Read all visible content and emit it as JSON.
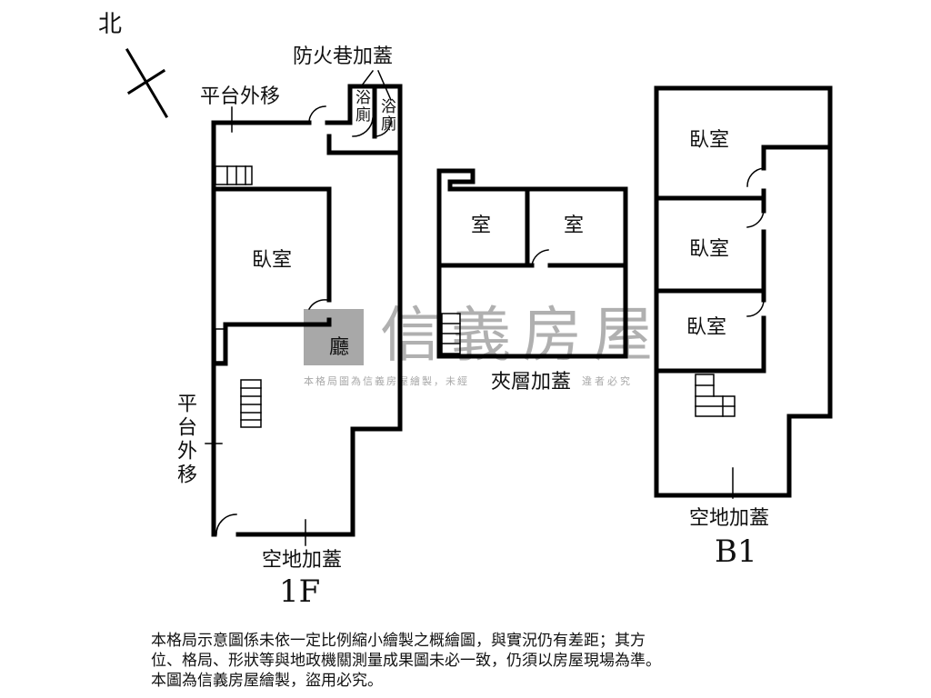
{
  "compass": {
    "label": "北"
  },
  "floor_1f": {
    "title": "1F",
    "labels": {
      "fire_lane": "防火巷加蓋",
      "bath1": "浴廁",
      "bath2": "浴廁",
      "platform_top": "平台外移",
      "bedroom": "臥室",
      "hall": "廳",
      "platform_left": "平台外移",
      "open_space": "空地加蓋"
    }
  },
  "mezzanine": {
    "title": "夾層加蓋",
    "rooms": [
      "室",
      "室"
    ]
  },
  "floor_b1": {
    "title": "B1",
    "rooms": [
      "臥室",
      "臥室",
      "臥室"
    ],
    "open_space": "空地加蓋"
  },
  "watermark": {
    "brand": "信義房屋",
    "text_left": "本格局圖為信義房屋繪製，未經",
    "text_right": "違者必究",
    "color": "#a8a8a8"
  },
  "disclaimer": {
    "line1": "本格局示意圖係未依一定比例縮小繪製之概繪圖，與實況仍有差距；其方",
    "line2": "位、格局、形狀等與地政機關測量成果圖未必一致，仍須以房屋現場為準。",
    "line3": "本圖為信義房屋繪製，盜用必究。"
  }
}
